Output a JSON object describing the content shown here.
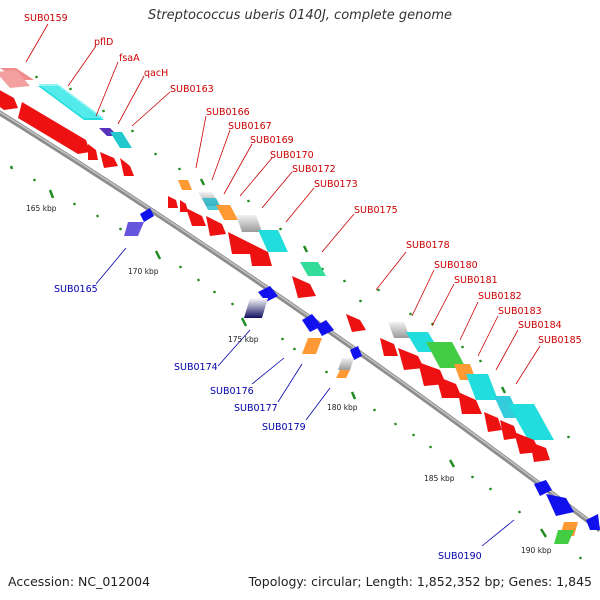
{
  "title": "Streptococcus uberis 0140J, complete genome",
  "footer": {
    "accession": "Accession: NC_012004",
    "summary": "Topology: circular; Length: 1,852,352 bp; Genes: 1,845"
  },
  "colors": {
    "backbone": "#8c8c8c",
    "forward_label": "#cc0000",
    "reverse_label": "#0000aa",
    "tick": "#228b22",
    "cds": "#ee1111",
    "blue_arrow": "#1111ee"
  },
  "kbp_labels": [
    "165 kbp",
    "170 kbp",
    "175 kbp",
    "180 kbp",
    "185 kbp",
    "190 kbp"
  ],
  "forward_genes": [
    "SUB0159",
    "pflD",
    "fsaA",
    "qacH",
    "SUB0163",
    "SUB0166",
    "SUB0167",
    "SUB0169",
    "SUB0170",
    "SUB0172",
    "SUB0173",
    "SUB0175",
    "SUB0178",
    "SUB0180",
    "SUB0181",
    "SUB0182",
    "SUB0183",
    "SUB0184",
    "SUB0185"
  ],
  "reverse_genes": [
    "SUB0165",
    "SUB0174",
    "SUB0176",
    "SUB0177",
    "SUB0179",
    "SUB0190"
  ]
}
